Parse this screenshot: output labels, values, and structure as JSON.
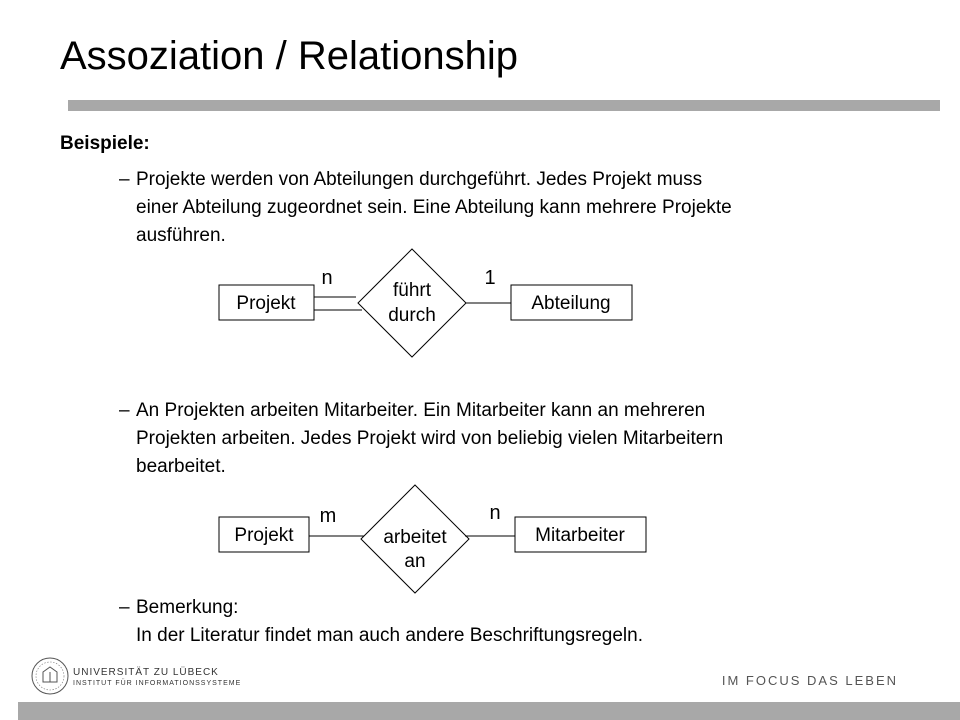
{
  "slide": {
    "title": "Assoziation / Relationship",
    "heading": "Beispiele:",
    "bullets": [
      {
        "dash": "–",
        "text": "Projekte werden von Abteilungen durchgeführt. Jedes Projekt muss\neiner Abteilung zugeordnet sein. Eine Abteilung kann mehrere Projekte\nausführen."
      },
      {
        "dash": "–",
        "text": "An Projekten arbeiten Mitarbeiter. Ein Mitarbeiter kann an mehreren\nProjekten arbeiten. Jedes Projekt wird von beliebig vielen Mitarbeitern\nbearbeitet."
      },
      {
        "dash": "–",
        "text": "Bemerkung:\nIn der Literatur findet man auch andere Beschriftungsregeln."
      }
    ]
  },
  "diagram1": {
    "entity_left": "Projekt",
    "entity_right": "Abteilung",
    "relation_line1": "führt",
    "relation_line2": "durch",
    "card_left": "n",
    "card_right": "1"
  },
  "diagram2": {
    "entity_left": "Projekt",
    "entity_right": "Mitarbeiter",
    "relation_line1": "arbeitet",
    "relation_line2": "an",
    "card_left": "m",
    "card_right": "n"
  },
  "footer": {
    "university": "UNIVERSITÄT ZU LÜBECK",
    "institute": "INSTITUT FÜR INFORMATIONSSYSTEME",
    "slogan": "IM FOCUS DAS LEBEN"
  },
  "colors": {
    "rule": "#a8a8a8",
    "line": "#000000"
  }
}
